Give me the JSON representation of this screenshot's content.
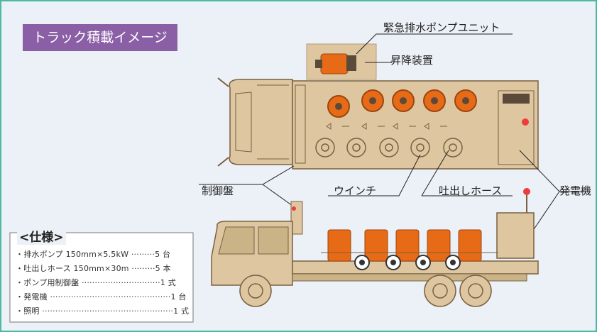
{
  "header": {
    "title": "トラック積載イメージ"
  },
  "labels": {
    "pump_unit": "緊急排水ポンプユニット",
    "lift_device": "昇降装置",
    "control_panel": "制御盤",
    "winch": "ウインチ",
    "discharge_hose": "吐出しホース",
    "generator": "発電機"
  },
  "specs": {
    "title": "<仕様>",
    "items": [
      "・排水ポンプ 150mm×5.5kW ·········5 台",
      "・吐出しホース 150mm×30m ·········5 本",
      "・ポンプ用制御盤 ······························1 式",
      "・発電機 ··············································1 台",
      "・照明 ··················································1 式"
    ]
  },
  "colors": {
    "frame": "#4fb8a2",
    "title_bg": "#8a5fa6",
    "truck_body": "#ddc6a0",
    "pump_orange": "#e76a16"
  }
}
